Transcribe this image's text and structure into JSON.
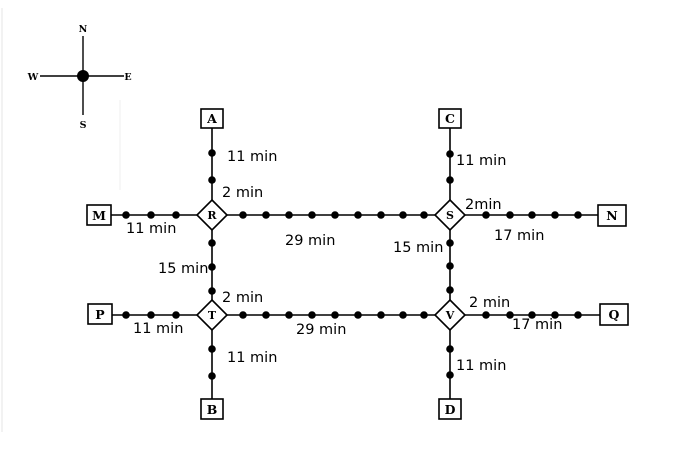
{
  "compass": {
    "north": "N",
    "south": "S",
    "east": "E",
    "west": "W"
  },
  "terminals": [
    {
      "id": "A"
    },
    {
      "id": "C"
    },
    {
      "id": "M"
    },
    {
      "id": "N"
    },
    {
      "id": "P"
    },
    {
      "id": "Q"
    },
    {
      "id": "B"
    },
    {
      "id": "D"
    }
  ],
  "junctions": [
    {
      "id": "R"
    },
    {
      "id": "S"
    },
    {
      "id": "T"
    },
    {
      "id": "V"
    }
  ],
  "segments": [
    {
      "from": "A",
      "to": "R",
      "label": "11 min",
      "stops": 2
    },
    {
      "from": "C",
      "to": "S",
      "label": "11 min",
      "stops": 2
    },
    {
      "from": "M",
      "to": "R",
      "label": "11 min",
      "stops": 3
    },
    {
      "from": "R",
      "to": "S",
      "label": "29 min",
      "stops": 9
    },
    {
      "from": "S",
      "to": "N",
      "label": "17 min",
      "stops": 5
    },
    {
      "from": "R",
      "to": "T",
      "label": "15 min",
      "stops": 3
    },
    {
      "from": "S",
      "to": "V",
      "label": "15 min",
      "stops": 3
    },
    {
      "from": "P",
      "to": "T",
      "label": "11 min",
      "stops": 3
    },
    {
      "from": "T",
      "to": "V",
      "label": "29 min",
      "stops": 9
    },
    {
      "from": "V",
      "to": "Q",
      "label": "17 min",
      "stops": 5
    },
    {
      "from": "T",
      "to": "B",
      "label": "11 min",
      "stops": 2
    },
    {
      "from": "V",
      "to": "D",
      "label": "11 min",
      "stops": 2
    }
  ],
  "transfers": [
    {
      "at": "R",
      "label": "2 min"
    },
    {
      "at": "S",
      "label": "2min"
    },
    {
      "at": "T",
      "label": "2 min"
    },
    {
      "at": "V",
      "label": "2 min"
    }
  ]
}
